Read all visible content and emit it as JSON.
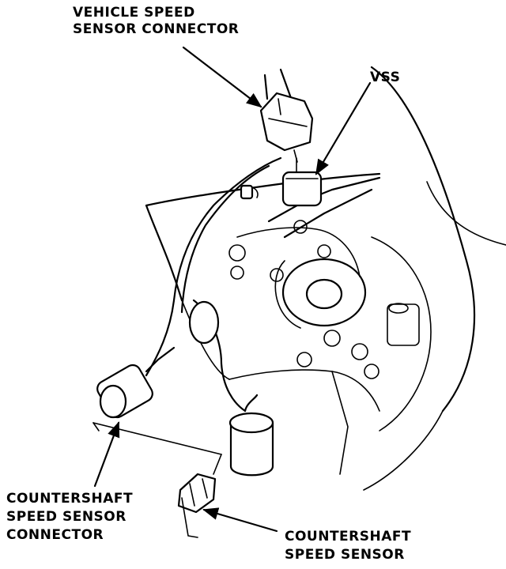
{
  "labels": {
    "vss_connector_line1": "VEHICLE SPEED",
    "vss_connector_line2": "SENSOR CONNECTOR",
    "vss": "VSS",
    "cs_connector_line1": "COUNTERSHAFT",
    "cs_connector_line2": "SPEED SENSOR",
    "cs_connector_line3": "CONNECTOR",
    "cs_sensor_line1": "COUNTERSHAFT",
    "cs_sensor_line2": "SPEED SENSOR"
  }
}
